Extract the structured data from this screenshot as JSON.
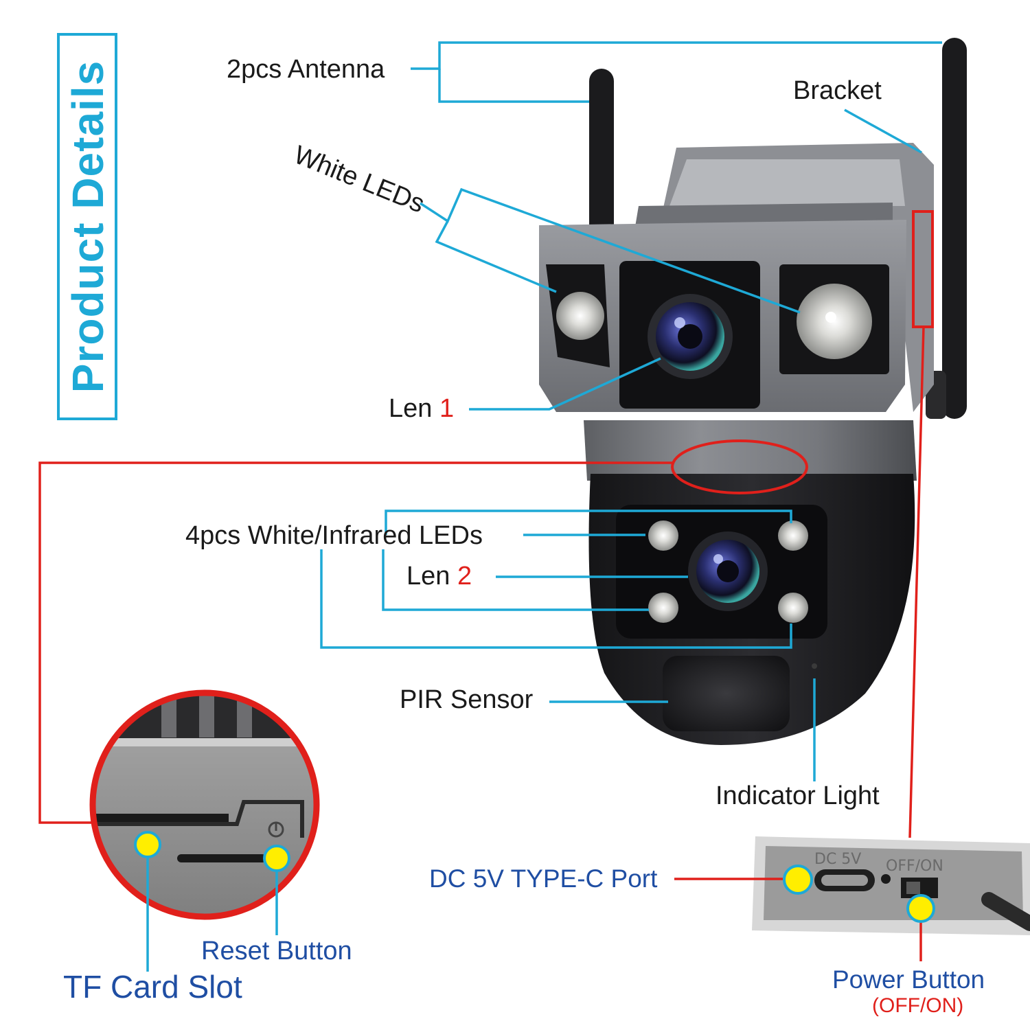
{
  "title": "Product Details",
  "labels": {
    "antenna": "2pcs Antenna",
    "bracket": "Bracket",
    "white_leds": "White LEDs",
    "len1_text": "Len ",
    "len1_num": "1",
    "ir_leds": "4pcs White/Infrared LEDs",
    "len2_text": "Len ",
    "len2_num": "2",
    "pir": "PIR Sensor",
    "indicator": "Indicator Light",
    "dc_port": "DC 5V TYPE-C Port",
    "power_button": "Power Button",
    "power_sub": "(OFF/ON)",
    "reset": "Reset Button",
    "tf_card": "TF Card Slot"
  },
  "device_markings": {
    "dc": "DC 5V",
    "offon": "OFF/ON"
  },
  "colors": {
    "leader_blue": "#1ea9d6",
    "leader_red": "#e0201b",
    "marker_yellow": "#ffee00",
    "label_blue": "#1f4ea3",
    "body_gray": "#7d7f84",
    "body_dark": "#1c1c1e"
  }
}
